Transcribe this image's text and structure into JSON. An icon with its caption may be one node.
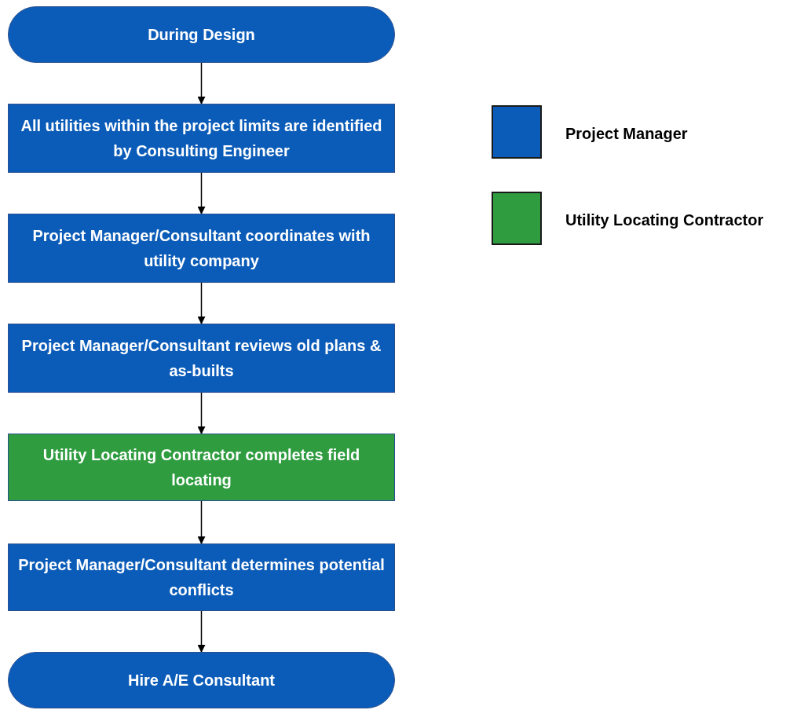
{
  "diagram": {
    "nodes": [
      {
        "text": [
          "During Design"
        ]
      },
      {
        "text": [
          "All utilities within the project limits are identified by Consulting Engineer"
        ]
      },
      {
        "text": [
          "Project Manager/Consultant coordinates with utility company"
        ]
      },
      {
        "text": [
          "Project Manager/Consultant reviews old plans & as-builts"
        ]
      },
      {
        "text": [
          "Utility Locating Contractor completes field locating"
        ]
      },
      {
        "text": [
          "Project Manager/Consultant determines potential conflicts"
        ]
      },
      {
        "text": [
          "Hire A/E Consultant"
        ]
      }
    ],
    "edges": [
      {
        "from": 0,
        "to": 1,
        "arrow": "to"
      },
      {
        "from": 1,
        "to": 2,
        "arrow": "to"
      },
      {
        "from": 2,
        "to": 3,
        "arrow": "to"
      },
      {
        "from": 3,
        "to": 4,
        "arrow": "to"
      },
      {
        "from": 4,
        "to": 5,
        "arrow": "to"
      },
      {
        "from": 5,
        "to": 6,
        "arrow": "to"
      }
    ],
    "legend": [
      {
        "text": "Project Manager",
        "color": "#0b5cb8"
      },
      {
        "text": "Utility Locating Contractor",
        "color": "#2e9c3f"
      }
    ]
  }
}
